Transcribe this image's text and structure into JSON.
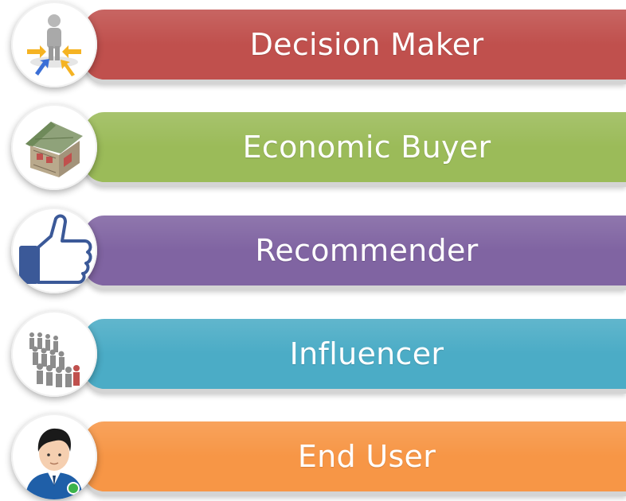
{
  "roles": [
    {
      "label": "Decision Maker",
      "color": "#c0504d",
      "icon": "person-arrows-icon"
    },
    {
      "label": "Economic Buyer",
      "color": "#9bbb59",
      "icon": "money-house-icon"
    },
    {
      "label": "Recommender",
      "color": "#8064a2",
      "icon": "thumbs-up-icon"
    },
    {
      "label": "Influencer",
      "color": "#4bacc6",
      "icon": "crowd-icon"
    },
    {
      "label": "End User",
      "color": "#f79646",
      "icon": "user-avatar-icon"
    }
  ]
}
